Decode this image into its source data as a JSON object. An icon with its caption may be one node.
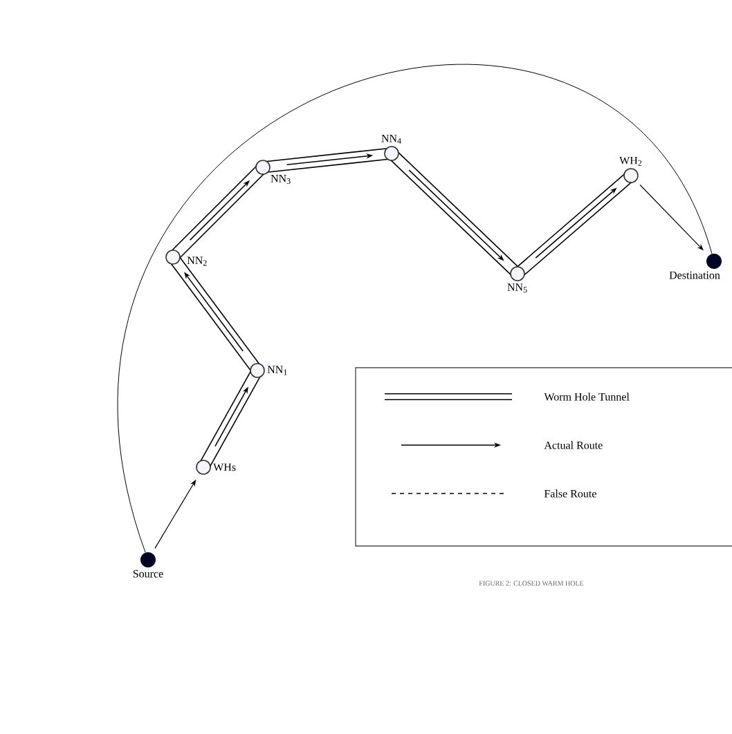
{
  "diagram": {
    "caption": "FIGURE 2: CLOSED WARM HOLE",
    "nodes": [
      {
        "text": [
          "Source"
        ]
      },
      {
        "text": [
          "WHs"
        ]
      },
      {
        "text": [
          "NN$_{1}$"
        ]
      },
      {
        "text": [
          "NN$_{2}$"
        ]
      },
      {
        "text": [
          "NN$_{3}$"
        ]
      },
      {
        "text": [
          "NN$_{4}$"
        ]
      },
      {
        "text": [
          "NN$_{5}$"
        ]
      },
      {
        "text": [
          "WH$_{2}$"
        ]
      },
      {
        "text": [
          "Destination"
        ]
      }
    ],
    "edges": [
      {
        "from": 0,
        "to": 1,
        "arrow": "to"
      },
      {
        "from": 1,
        "to": 2,
        "arrow": "to"
      },
      {
        "from": 2,
        "to": 3,
        "arrow": "to"
      },
      {
        "from": 3,
        "to": 4,
        "arrow": "to"
      },
      {
        "from": 4,
        "to": 5,
        "arrow": "to"
      },
      {
        "from": 5,
        "to": 6,
        "arrow": "to"
      },
      {
        "from": 6,
        "to": 7,
        "arrow": "to"
      },
      {
        "from": 7,
        "to": 8,
        "arrow": "to"
      },
      {
        "from": 0,
        "to": 8,
        "arrow": "none"
      }
    ],
    "legend": [
      {
        "text": "Worm Hole Tunnel"
      },
      {
        "text": "Actual Route"
      },
      {
        "text": "False Route"
      }
    ]
  }
}
